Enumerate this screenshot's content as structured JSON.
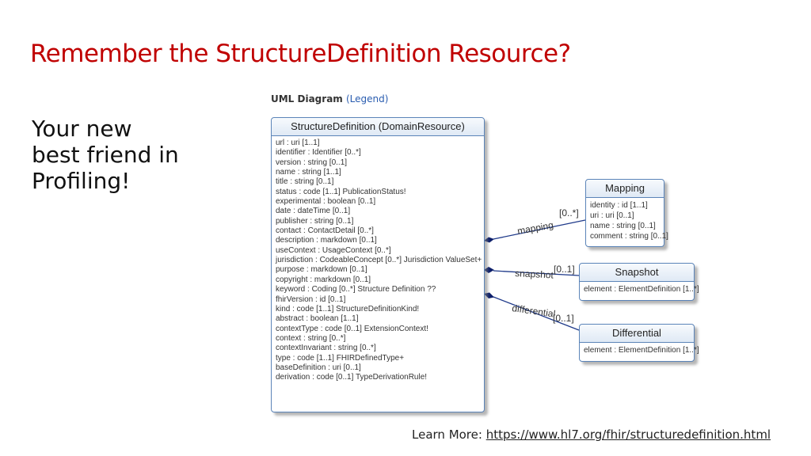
{
  "slide": {
    "title": "Remember the StructureDefinition Resource?",
    "subtitle_lines": [
      "Your new",
      "best friend in",
      "Profiling!"
    ],
    "footer": {
      "prefix": "Learn More: ",
      "link_text": "https://www.hl7.org/fhir/structuredefinition.html"
    }
  },
  "diagram": {
    "caption": "UML Diagram",
    "caption_link": "(Legend)",
    "main_class": {
      "name": "StructureDefinition (DomainResource)",
      "attributes": [
        "url : uri [1..1]",
        "identifier : Identifier [0..*]",
        "version : string [0..1]",
        "name : string [1..1]",
        "title : string [0..1]",
        "status : code [1..1] PublicationStatus!",
        "experimental : boolean [0..1]",
        "date : dateTime [0..1]",
        "publisher : string [0..1]",
        "contact : ContactDetail [0..*]",
        "description : markdown [0..1]",
        "useContext : UsageContext [0..*]",
        "jurisdiction : CodeableConcept [0..*] Jurisdiction ValueSet+",
        "purpose : markdown [0..1]",
        "copyright : markdown [0..1]",
        "keyword : Coding [0..*] Structure Definition ??",
        "fhirVersion : id [0..1]",
        "kind : code [1..1] StructureDefinitionKind!",
        "abstract : boolean [1..1]",
        "contextType : code [0..1] ExtensionContext!",
        "context : string [0..*]",
        "contextInvariant : string [0..*]",
        "type : code [1..1] FHIRDefinedType+",
        "baseDefinition : uri [0..1]",
        "derivation : code [0..1] TypeDerivationRule!"
      ]
    },
    "mapping_class": {
      "name": "Mapping",
      "attributes": [
        "identity : id [1..1]",
        "uri : uri [0..1]",
        "name : string [0..1]",
        "comment : string [0..1]"
      ]
    },
    "snapshot_class": {
      "name": "Snapshot",
      "attributes": [
        "element : ElementDefinition [1..*]"
      ]
    },
    "differential_class": {
      "name": "Differential",
      "attributes": [
        "element : ElementDefinition [1..*]"
      ]
    },
    "associations": {
      "mapping": {
        "role": "mapping",
        "cardinality": "[0..*]"
      },
      "snapshot": {
        "role": "snapshot",
        "cardinality": "[0..1]"
      },
      "differential": {
        "role": "differential",
        "cardinality": "[0..1]"
      }
    },
    "colors": {
      "title": "#c00000",
      "box_border": "#5b84b8",
      "association_line": "#1f3a8a",
      "diamond": "#0d1f6b"
    }
  }
}
